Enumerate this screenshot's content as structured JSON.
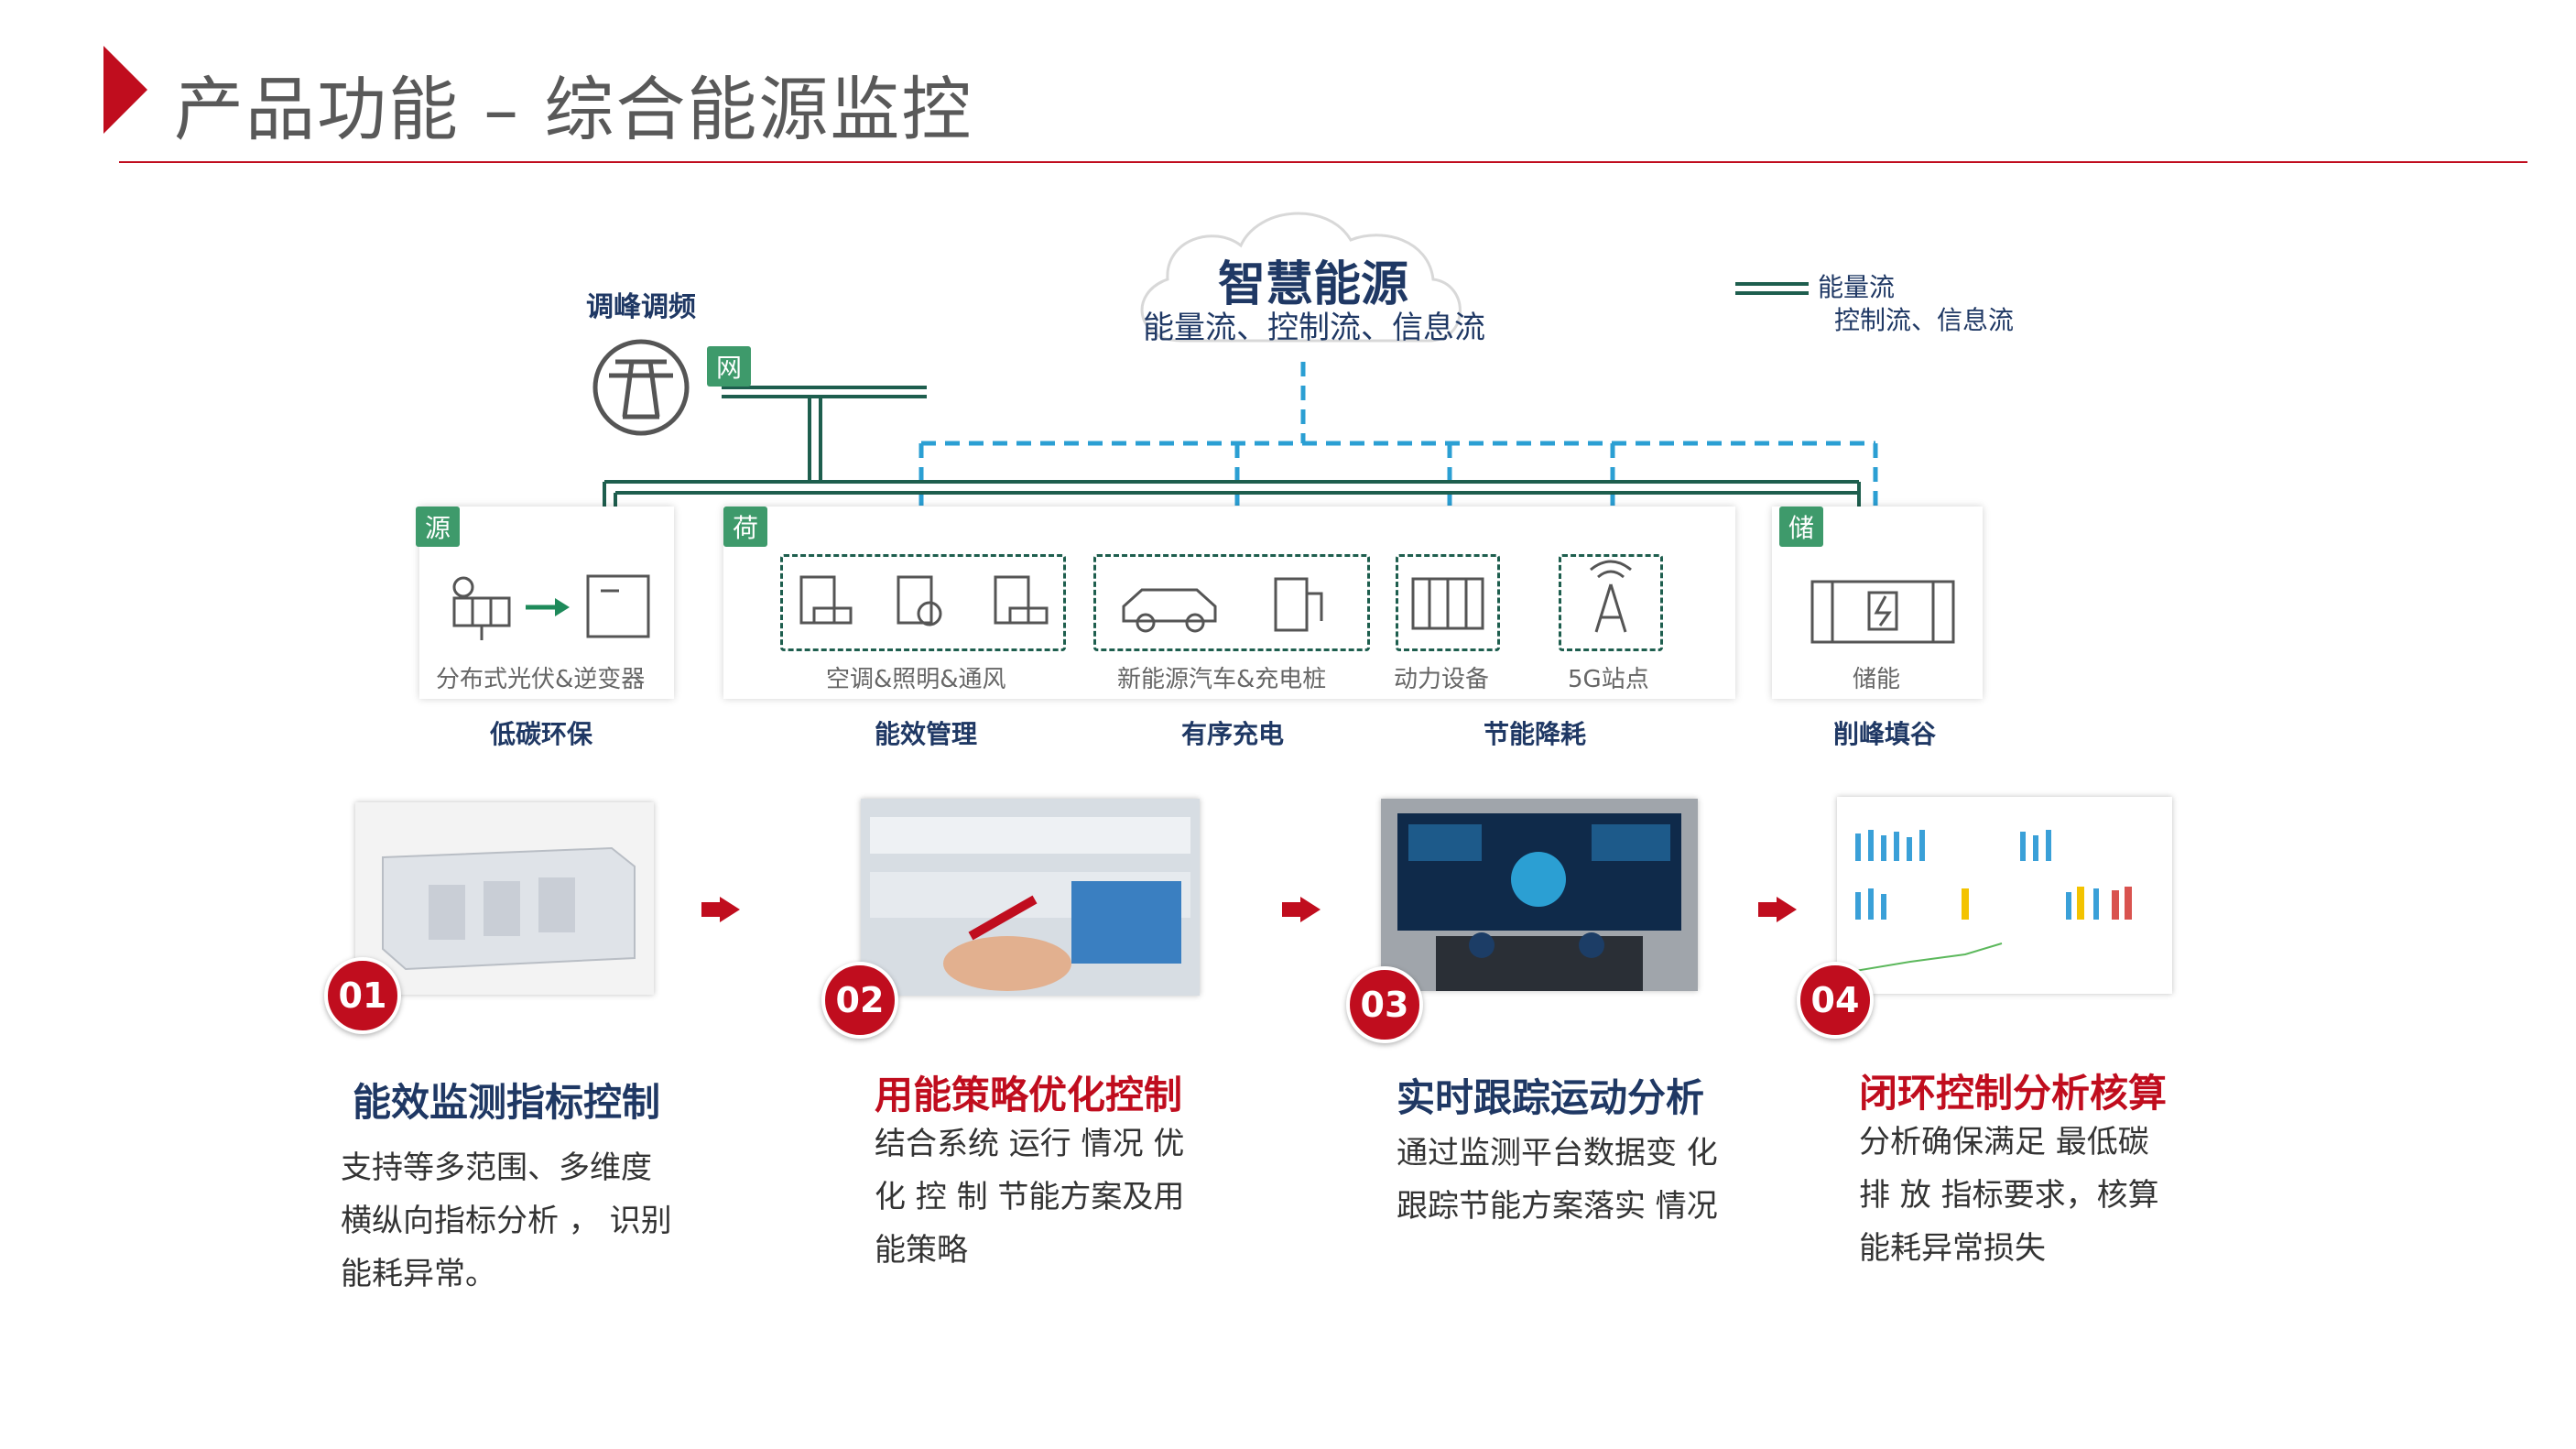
{
  "header": {
    "title": "产品功能 – 综合能源监控"
  },
  "diagram": {
    "cloud_title": "智慧能源",
    "cloud_subtitle": "能量流、控制流、信息流",
    "legend": {
      "solid": "能量流",
      "dashed": "控制流、信息流"
    },
    "grid_label": "调峰调频",
    "grid_tag": "网",
    "groups": [
      {
        "tag": "源",
        "items": [
          "分布式光伏&逆变器"
        ],
        "caption": "低碳环保"
      },
      {
        "tag": "荷",
        "items": [
          "空调&照明&通风",
          "新能源汽车&充电桩",
          "动力设备",
          "5G站点"
        ]
      },
      {
        "tag": "储",
        "items": [
          "储能"
        ],
        "caption": "削峰填谷"
      }
    ],
    "captions": [
      "能效管理",
      "有序充电",
      "节能降耗"
    ]
  },
  "steps": [
    {
      "number": "01",
      "title": "能效监测指标控制",
      "lines": [
        "支持等多范围、多维度",
        "横纵向指标分析 ，  识别",
        "能耗异常。"
      ]
    },
    {
      "number": "02",
      "title": "用能策略优化控制",
      "lines": [
        "结合系统 运行 情况 优",
        "化 控 制 节能方案及用",
        "能策略"
      ]
    },
    {
      "number": "03",
      "title": "实时跟踪运动分析",
      "lines": [
        "通过监测平台数据变  化",
        "跟踪节能方案落实 情况"
      ]
    },
    {
      "number": "04",
      "title": "闭环控制分析核算",
      "lines": [
        "分析确保满足 最低碳",
        "排 放 指标要求，核算",
        "能耗异常损失"
      ]
    }
  ],
  "colors": {
    "accent": "#c00d1e",
    "navy": "#1f3864",
    "green": "#1e5e4e",
    "flow_dashed": "#2b9fd3",
    "tag_green": "#3e9a6b"
  }
}
